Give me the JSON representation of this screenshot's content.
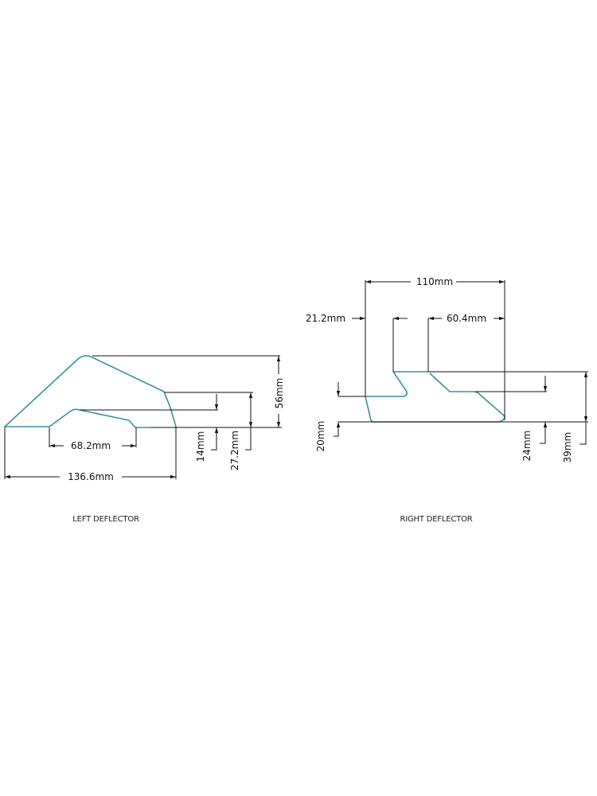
{
  "colors": {
    "outline": "#3a8fa3",
    "dimension": "#111111"
  },
  "left_deflector": {
    "caption": "LEFT DEFLECTOR",
    "dimensions": {
      "inner_width": "68.2mm",
      "overall_width": "136.6mm",
      "inner_height": "14mm",
      "mid_height": "27.2mm",
      "overall_height": "56mm"
    }
  },
  "right_deflector": {
    "caption": "RIGHT DEFLECTOR",
    "dimensions": {
      "overall_width": "110mm",
      "left_offset": "21.2mm",
      "right_offset": "60.4mm",
      "left_height": "20mm",
      "step_height": "24mm",
      "overall_height": "39mm"
    }
  }
}
